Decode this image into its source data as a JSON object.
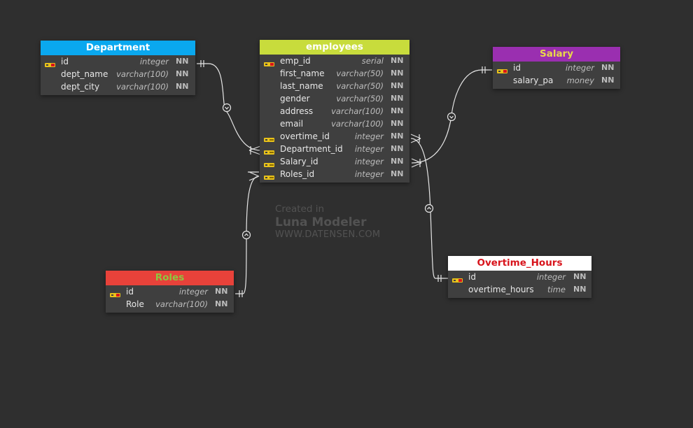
{
  "tables": {
    "department": {
      "name": "Department",
      "header_bg": "#0aa8ef",
      "header_fg": "#ffffff",
      "columns": [
        {
          "name": "id",
          "type": "integer",
          "nn": "NN",
          "key": "pk"
        },
        {
          "name": "dept_name",
          "type": "varchar(100)",
          "nn": "NN",
          "key": ""
        },
        {
          "name": "dept_city",
          "type": "varchar(100)",
          "nn": "NN",
          "key": ""
        }
      ]
    },
    "employees": {
      "name": "employees",
      "header_bg": "#c8dc3c",
      "header_fg": "#ffffff",
      "columns": [
        {
          "name": "emp_id",
          "type": "serial",
          "nn": "NN",
          "key": "pk"
        },
        {
          "name": "first_name",
          "type": "varchar(50)",
          "nn": "NN",
          "key": ""
        },
        {
          "name": "last_name",
          "type": "varchar(50)",
          "nn": "NN",
          "key": ""
        },
        {
          "name": "gender",
          "type": "varchar(50)",
          "nn": "NN",
          "key": ""
        },
        {
          "name": "address",
          "type": "varchar(100)",
          "nn": "NN",
          "key": ""
        },
        {
          "name": "email",
          "type": "varchar(100)",
          "nn": "NN",
          "key": ""
        },
        {
          "name": "overtime_id",
          "type": "integer",
          "nn": "NN",
          "key": "fk"
        },
        {
          "name": "Department_id",
          "type": "integer",
          "nn": "NN",
          "key": "fk"
        },
        {
          "name": "Salary_id",
          "type": "integer",
          "nn": "NN",
          "key": "fk"
        },
        {
          "name": "Roles_id",
          "type": "integer",
          "nn": "NN",
          "key": "fk"
        }
      ]
    },
    "salary": {
      "name": "Salary",
      "header_bg": "#9a2fb0",
      "header_fg": "#e8d84a",
      "columns": [
        {
          "name": "id",
          "type": "integer",
          "nn": "NN",
          "key": "pk"
        },
        {
          "name": "salary_pa",
          "type": "money",
          "nn": "NN",
          "key": ""
        }
      ]
    },
    "roles": {
      "name": "Roles",
      "header_bg": "#e8423a",
      "header_fg": "#8ec63f",
      "columns": [
        {
          "name": "id",
          "type": "integer",
          "nn": "NN",
          "key": "pk"
        },
        {
          "name": "Role",
          "type": "varchar(100)",
          "nn": "NN",
          "key": ""
        }
      ]
    },
    "overtime_hours": {
      "name": "Overtime_Hours",
      "header_bg": "#ffffff",
      "header_fg": "#d8141c",
      "columns": [
        {
          "name": "id",
          "type": "integer",
          "nn": "NN",
          "key": "pk"
        },
        {
          "name": "overtime_hours",
          "type": "time",
          "nn": "NN",
          "key": ""
        }
      ]
    }
  },
  "watermark": {
    "line1": "Created in",
    "line2": "Luna Modeler",
    "line3": "WWW.DATENSEN.COM"
  },
  "colors": {
    "background": "#2f2f2f",
    "table_body": "#3f3f3f",
    "edge": "#e6e6e6",
    "pk_key": "#e8c21a",
    "pk_dot": "#d8141c",
    "fk_key": "#e8c21a"
  },
  "relationships": [
    {
      "from": "Department.id",
      "to": "employees.Department_id",
      "from_end": "one-and-only-one",
      "to_end": "many",
      "middle": "optional"
    },
    {
      "from": "Salary.id",
      "to": "employees.Salary_id",
      "from_end": "one-and-only-one",
      "to_end": "many",
      "middle": "optional"
    },
    {
      "from": "Roles.id",
      "to": "employees.Roles_id",
      "from_end": "one-and-only-one",
      "to_end": "many",
      "middle": "optional"
    },
    {
      "from": "Overtime_Hours.id",
      "to": "employees.overtime_id",
      "from_end": "one-and-only-one",
      "to_end": "many",
      "middle": "optional"
    }
  ]
}
